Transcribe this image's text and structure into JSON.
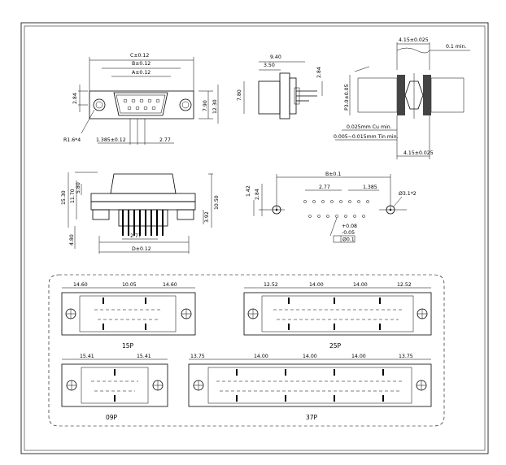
{
  "front_view": {
    "dim_c": "C±0.12",
    "dim_b": "B±0.12",
    "dim_a": "A±0.12",
    "dim_284": "2.84",
    "dim_780": "7.90",
    "dim_1230": "12.30",
    "dim_radius": "R1.6*4",
    "dim_pitch1": "1.385±0.12",
    "dim_pitch2": "2.77"
  },
  "side_view": {
    "dim_940": "9.40",
    "dim_350": "3.50",
    "dim_780": "7.80",
    "dim_284": "2.84"
  },
  "section_view": {
    "dim_top": "4.15±0.025",
    "dim_min": "0.1 min.",
    "dim_left": "P3.0±0.05",
    "note_cu": "0.025mm Cu min.",
    "note_tin": "0.005~0.015mm Tin min.",
    "dim_bottom": "4.15±0.025"
  },
  "bottom_view": {
    "dim_1530": "15.30",
    "dim_1170": "11.70",
    "dim_1050": "10.50",
    "dim_392": "3.92",
    "dim_480": "4.80",
    "dim_277": "2.77",
    "dim_d": "D±0.12",
    "dim_580": "5.80"
  },
  "pcb_layout": {
    "dim_b": "B±0.1",
    "dim_277": "2.77",
    "dim_1385": "1.385",
    "dim_142": "1.42",
    "dim_284": "2.84",
    "dim_hole": "Ø3.1*2",
    "tol_plus": "+0.08",
    "tol_minus": "-0.05",
    "gdt": "Ø0.1"
  },
  "variants": [
    {
      "label": "15P",
      "dims": [
        "14.60",
        "10.05",
        "14.60"
      ]
    },
    {
      "label": "25P",
      "dims": [
        "12.52",
        "14.00",
        "14.00",
        "12.52"
      ]
    },
    {
      "label": "09P",
      "dims": [
        "15.41",
        "15.41"
      ]
    },
    {
      "label": "37P",
      "dims": [
        "13.75",
        "14.00",
        "14.00",
        "14.00",
        "13.75"
      ]
    }
  ]
}
